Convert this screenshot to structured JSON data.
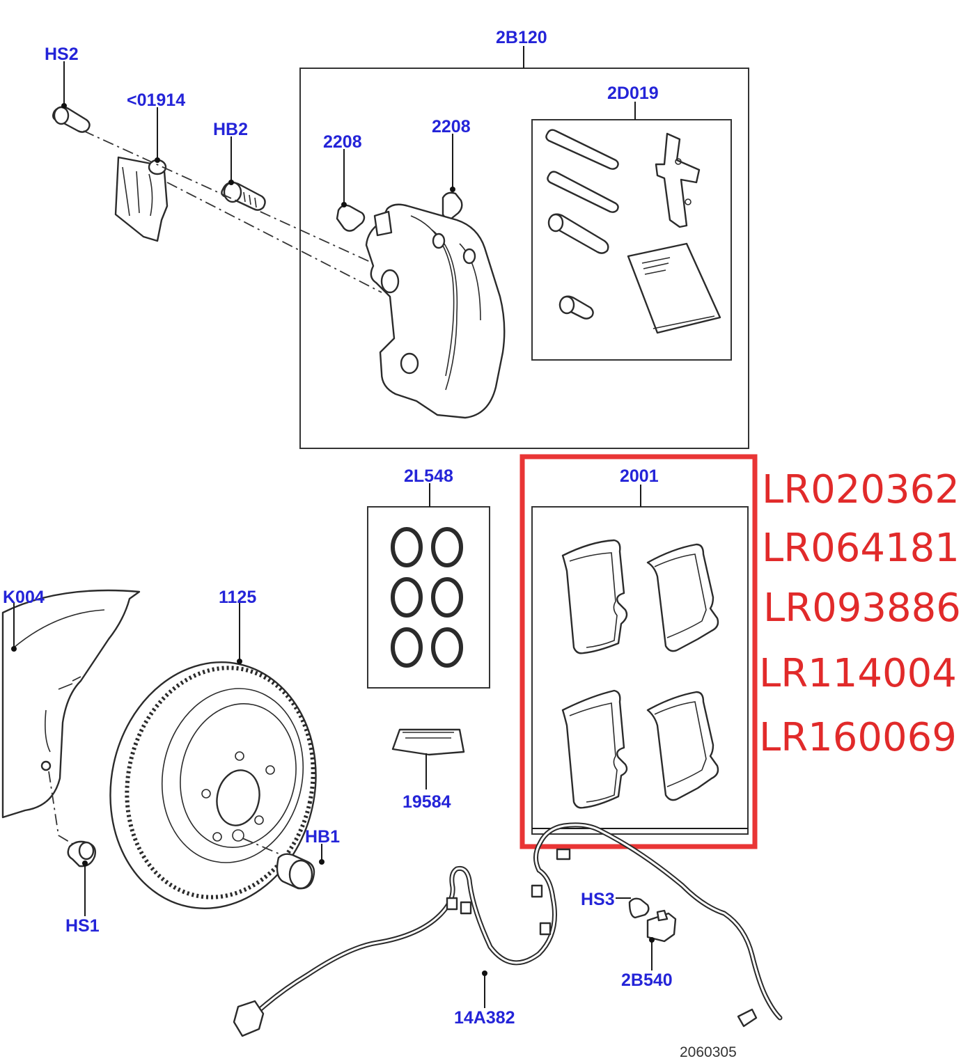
{
  "diagram": {
    "callouts": {
      "hs2": "HS2",
      "c01914": "<01914",
      "hb2": "HB2",
      "caliper_assembly": "2B120",
      "bleed_left": "2208",
      "bleed_right": "2208",
      "pin_kit": "2D019",
      "seal_kit": "2L548",
      "pad_set": "2001",
      "shield": "K004",
      "disc": "1125",
      "grease": "19584",
      "hb1": "HB1",
      "hs1": "HS1",
      "hs3": "HS3",
      "bracket": "2B540",
      "sensor": "14A382"
    },
    "part_numbers": [
      "LR020362",
      "LR064181",
      "LR093886",
      "LR114004",
      "LR160069"
    ],
    "reference_number": "2060305",
    "highlight_color": "#e93535",
    "label_color": "#2424d8"
  }
}
